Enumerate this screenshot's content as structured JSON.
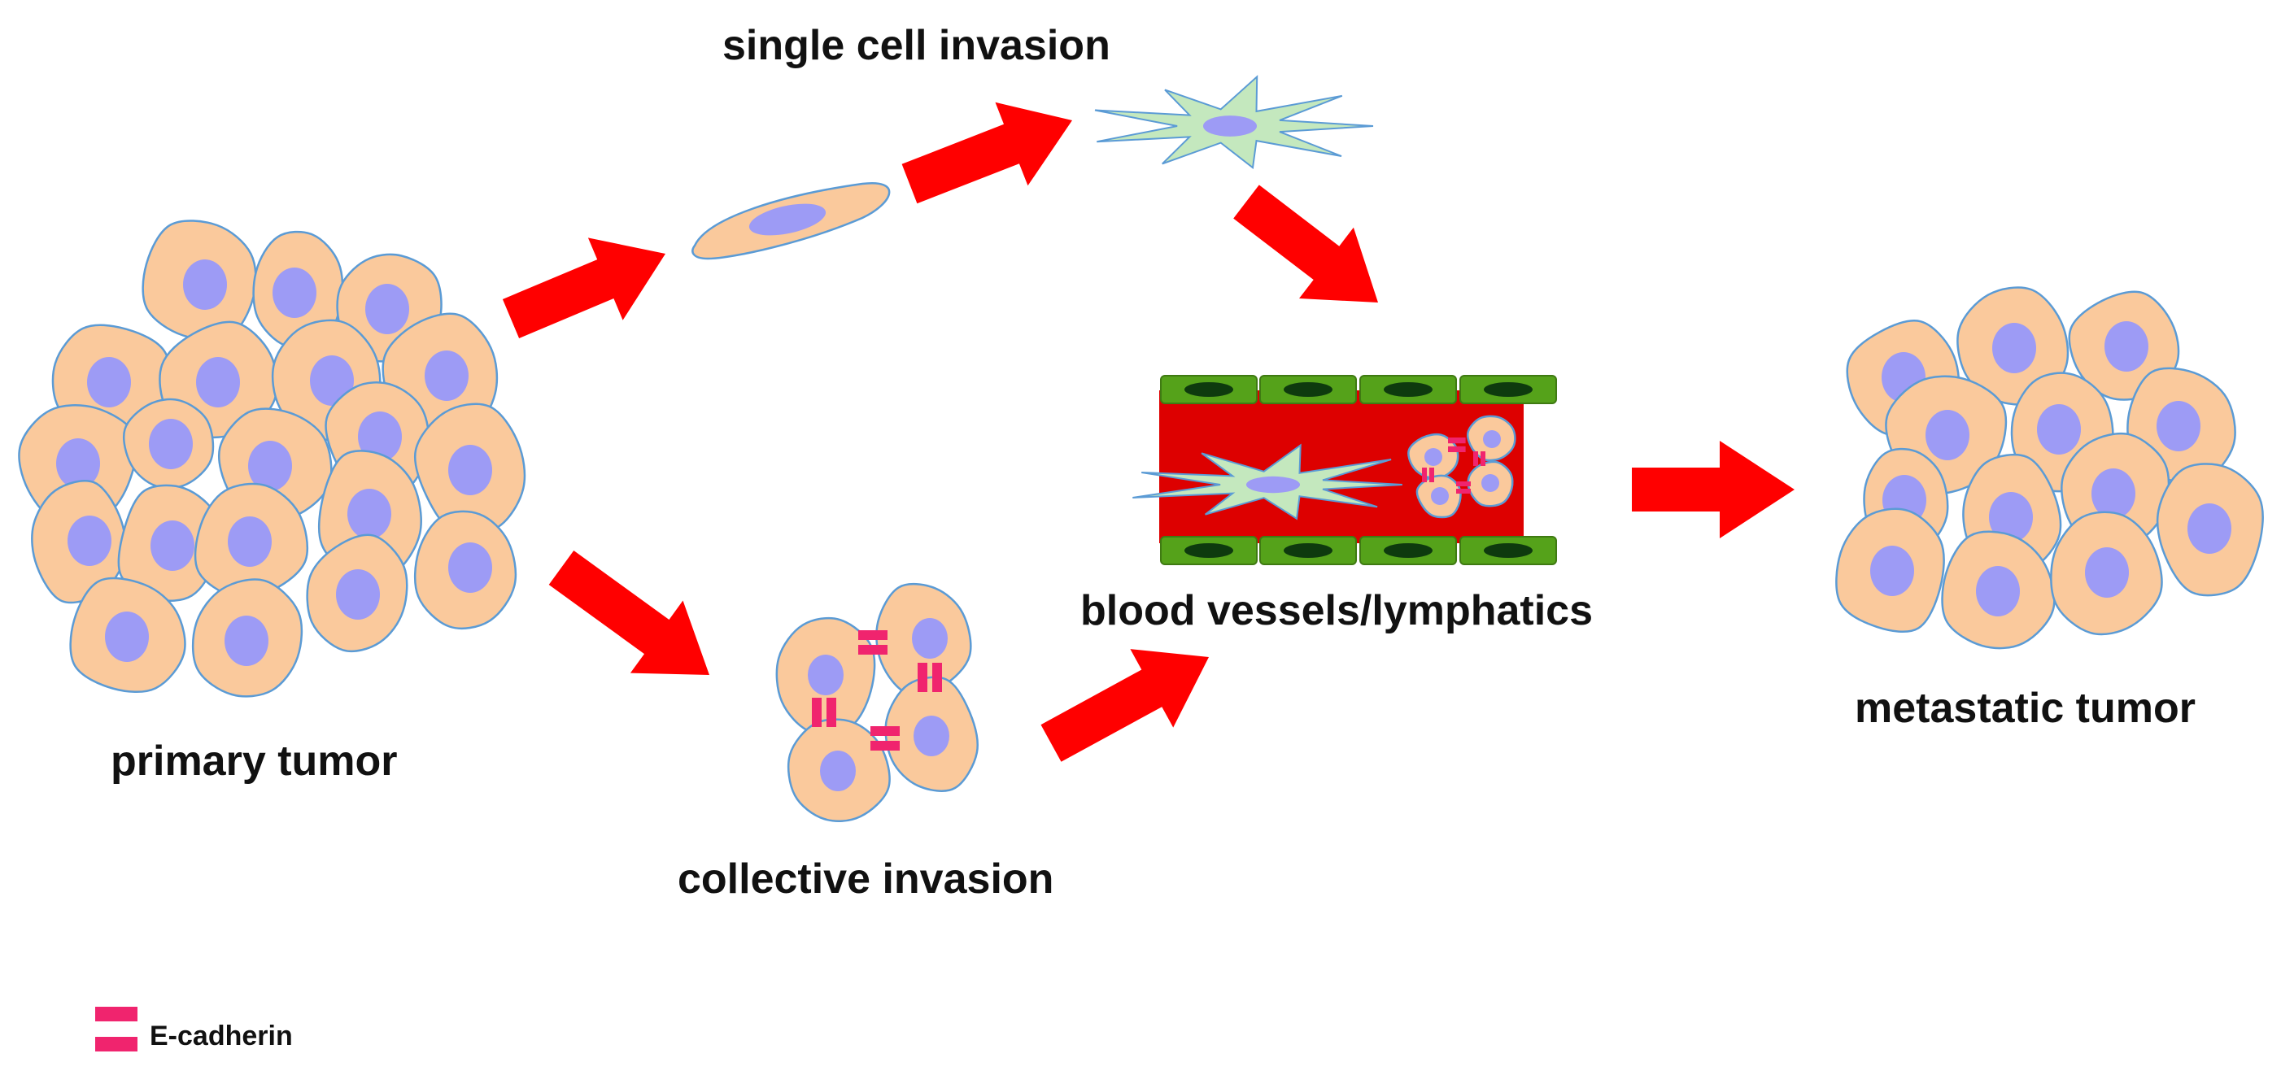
{
  "labels": {
    "single_cell_invasion": "single cell invasion",
    "primary_tumor": "primary tumor",
    "collective_invasion": "collective invasion",
    "blood_vessels": "blood vessels/lymphatics",
    "metastatic_tumor": "metastatic tumor"
  },
  "legend": {
    "ecadherin": "E-cadherin"
  },
  "colors": {
    "cell_fill": "#FAC99C",
    "cell_stroke": "#5B9BD5",
    "nucleus": "#9D9BF5",
    "arrow": "#FF0000",
    "vessel_lumen": "#DD0000",
    "endothelium": "#55A21A",
    "endothelium_nucleus": "#0E3A0E",
    "mesenchymal_cell": "#C4E8BE",
    "ecadherin": "#F0246E"
  }
}
